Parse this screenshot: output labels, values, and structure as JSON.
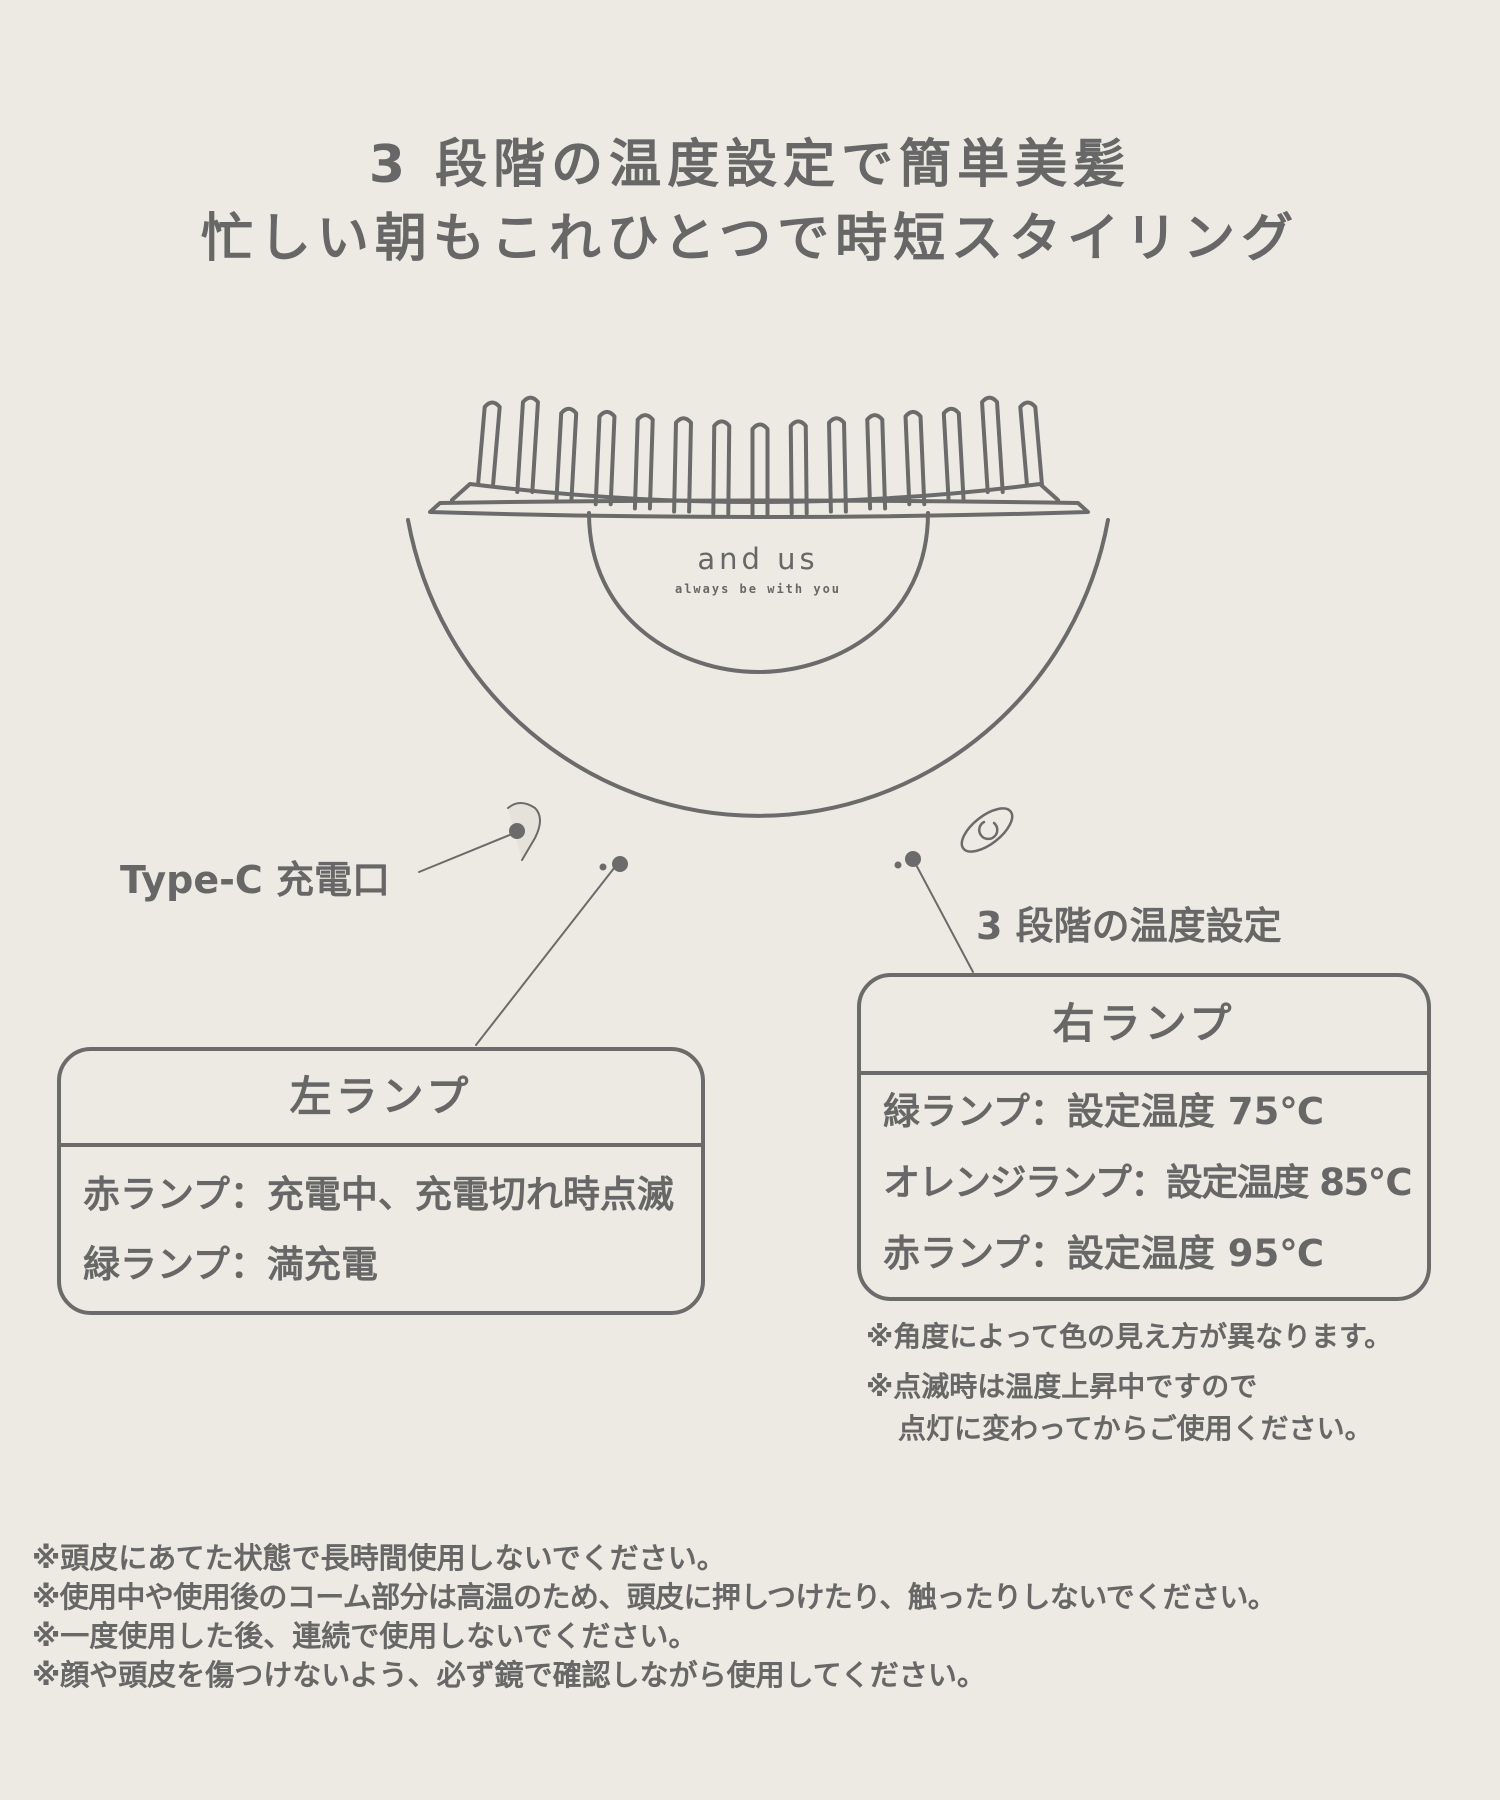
{
  "title": {
    "line1": "3 段階の温度設定で簡単美髪",
    "line2": "忙しい朝もこれひとつで時短スタイリング"
  },
  "device": {
    "brand": "and us",
    "tagline": "always be with you"
  },
  "callouts": {
    "type_c": "Type-C 充電口",
    "temp_setting": "3 段階の温度設定"
  },
  "left_lamp": {
    "title": "左ランプ",
    "items": [
      "赤ランプ：充電中、充電切れ時点滅",
      "緑ランプ：満充電"
    ]
  },
  "right_lamp": {
    "title": "右ランプ",
    "items": [
      "緑ランプ：設定温度 75℃",
      "オレンジランプ：設定温度 85℃",
      "赤ランプ：設定温度 95℃"
    ]
  },
  "right_notes": {
    "note1": "※角度によって色の見え方が異なります。",
    "note2_line1": "※点滅時は温度上昇中ですので",
    "note2_line2": "点灯に変わってからご使用ください。"
  },
  "bottom_notes": [
    "※頭皮にあてた状態で長時間使用しないでください。",
    "※使用中や使用後のコーム部分は高温のため、頭皮に押しつけたり、触ったりしないでください。",
    "※一度使用した後、連続で使用しないでください。",
    "※顔や頭皮を傷つけないよう、必ず鏡で確認しながら使用してください。"
  ],
  "colors": {
    "background": "#eceae3",
    "ink": "#676767"
  }
}
